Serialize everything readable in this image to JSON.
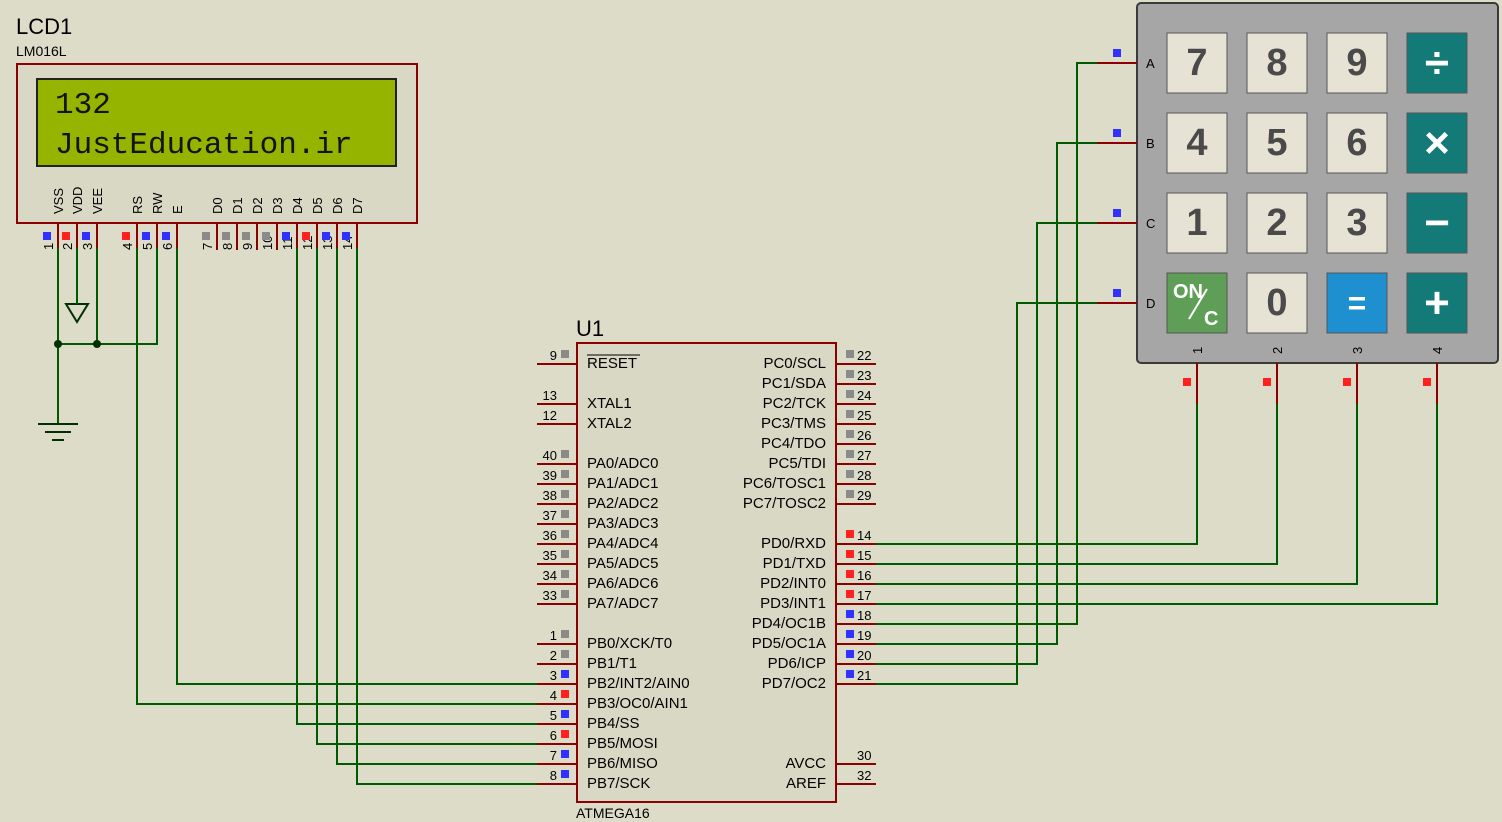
{
  "lcd": {
    "ref": "LCD1",
    "model": "LM016L",
    "line1": "132",
    "line2": "JustEducation.ir",
    "pins": [
      {
        "name": "VSS",
        "num": "1",
        "state": "low"
      },
      {
        "name": "VDD",
        "num": "2",
        "state": "high"
      },
      {
        "name": "VEE",
        "num": "3",
        "state": "low"
      },
      {
        "name": "RS",
        "num": "4",
        "state": "high"
      },
      {
        "name": "RW",
        "num": "5",
        "state": "low"
      },
      {
        "name": "E",
        "num": "6",
        "state": "low"
      },
      {
        "name": "D0",
        "num": "7",
        "state": "idle"
      },
      {
        "name": "D1",
        "num": "8",
        "state": "idle"
      },
      {
        "name": "D2",
        "num": "9",
        "state": "idle"
      },
      {
        "name": "D3",
        "num": "10",
        "state": "idle"
      },
      {
        "name": "D4",
        "num": "11",
        "state": "low"
      },
      {
        "name": "D5",
        "num": "12",
        "state": "high"
      },
      {
        "name": "D6",
        "num": "13",
        "state": "low"
      },
      {
        "name": "D7",
        "num": "14",
        "state": "low"
      }
    ]
  },
  "mcu": {
    "ref": "U1",
    "model": "ATMEGA16",
    "reset_label": "RESET",
    "left_pins": [
      {
        "num": "9",
        "name": "RESET",
        "state": "idle"
      },
      {
        "num": "13",
        "name": "XTAL1",
        "state": "none"
      },
      {
        "num": "12",
        "name": "XTAL2",
        "state": "none"
      },
      {
        "num": "40",
        "name": "PA0/ADC0",
        "state": "idle"
      },
      {
        "num": "39",
        "name": "PA1/ADC1",
        "state": "idle"
      },
      {
        "num": "38",
        "name": "PA2/ADC2",
        "state": "idle"
      },
      {
        "num": "37",
        "name": "PA3/ADC3",
        "state": "idle"
      },
      {
        "num": "36",
        "name": "PA4/ADC4",
        "state": "idle"
      },
      {
        "num": "35",
        "name": "PA5/ADC5",
        "state": "idle"
      },
      {
        "num": "34",
        "name": "PA6/ADC6",
        "state": "idle"
      },
      {
        "num": "33",
        "name": "PA7/ADC7",
        "state": "idle"
      },
      {
        "num": "1",
        "name": "PB0/XCK/T0",
        "state": "idle"
      },
      {
        "num": "2",
        "name": "PB1/T1",
        "state": "idle"
      },
      {
        "num": "3",
        "name": "PB2/INT2/AIN0",
        "state": "low"
      },
      {
        "num": "4",
        "name": "PB3/OC0/AIN1",
        "state": "high"
      },
      {
        "num": "5",
        "name": "PB4/SS",
        "state": "low"
      },
      {
        "num": "6",
        "name": "PB5/MOSI",
        "state": "high"
      },
      {
        "num": "7",
        "name": "PB6/MISO",
        "state": "low"
      },
      {
        "num": "8",
        "name": "PB7/SCK",
        "state": "low"
      }
    ],
    "right_pins": [
      {
        "num": "22",
        "name": "PC0/SCL",
        "state": "idle"
      },
      {
        "num": "23",
        "name": "PC1/SDA",
        "state": "idle"
      },
      {
        "num": "24",
        "name": "PC2/TCK",
        "state": "idle"
      },
      {
        "num": "25",
        "name": "PC3/TMS",
        "state": "idle"
      },
      {
        "num": "26",
        "name": "PC4/TDO",
        "state": "idle"
      },
      {
        "num": "27",
        "name": "PC5/TDI",
        "state": "idle"
      },
      {
        "num": "28",
        "name": "PC6/TOSC1",
        "state": "idle"
      },
      {
        "num": "29",
        "name": "PC7/TOSC2",
        "state": "idle"
      },
      {
        "num": "14",
        "name": "PD0/RXD",
        "state": "high"
      },
      {
        "num": "15",
        "name": "PD1/TXD",
        "state": "high"
      },
      {
        "num": "16",
        "name": "PD2/INT0",
        "state": "high"
      },
      {
        "num": "17",
        "name": "PD3/INT1",
        "state": "high"
      },
      {
        "num": "18",
        "name": "PD4/OC1B",
        "state": "low"
      },
      {
        "num": "19",
        "name": "PD5/OC1A",
        "state": "low"
      },
      {
        "num": "20",
        "name": "PD6/ICP",
        "state": "low"
      },
      {
        "num": "21",
        "name": "PD7/OC2",
        "state": "low"
      },
      {
        "num": "30",
        "name": "AVCC",
        "state": "none"
      },
      {
        "num": "32",
        "name": "AREF",
        "state": "none"
      }
    ]
  },
  "keypad": {
    "row_labels": [
      "A",
      "B",
      "C",
      "D"
    ],
    "col_labels": [
      "1",
      "2",
      "3",
      "4"
    ],
    "keys": [
      [
        "7",
        "8",
        "9",
        "÷"
      ],
      [
        "4",
        "5",
        "6",
        "×"
      ],
      [
        "1",
        "2",
        "3",
        "−"
      ],
      [
        "ON/C",
        "0",
        "=",
        "+"
      ]
    ],
    "on_label_top": "ON",
    "on_label_bottom": "C"
  },
  "colors": {
    "background": "#dcdcc8",
    "wire": "#005a00",
    "pin_line": "#8b0000",
    "body_outline": "#8b0000",
    "ic_body": "#d8d8c4",
    "lcd_screen": "#94b400",
    "pin_high": "#ff2020",
    "pin_low": "#3030ff",
    "pin_idle": "#8a8a8a",
    "key_face": "#e6e2d4",
    "key_teal": "#137a78",
    "key_blue": "#1e90d0",
    "key_green": "#5f9e56",
    "keypad_body": "#a6a6a6"
  }
}
